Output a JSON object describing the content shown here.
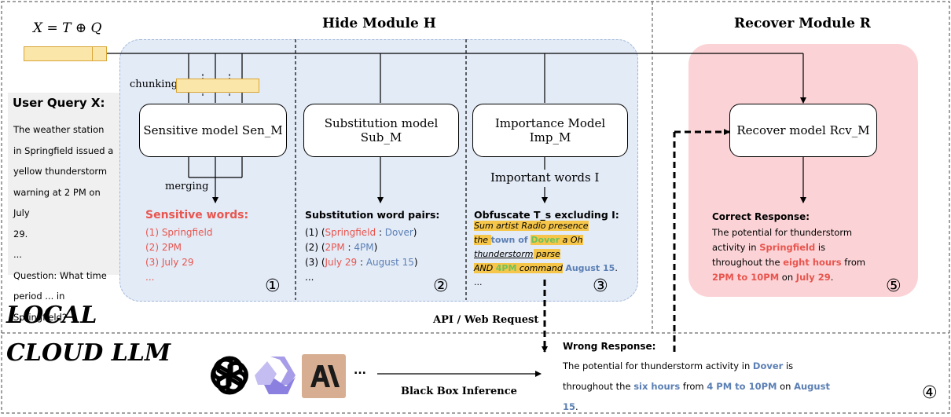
{
  "formula": "X = T ⊕ Q",
  "hide_title": "Hide Module H",
  "recover_title": "Recover Module R",
  "chunking": "chunking",
  "merging": "merging",
  "user_query": {
    "title": "User Query X:",
    "lines": [
      "The weather station",
      "in Springfield issued a",
      "yellow thunderstorm",
      "warning at 2 PM on July",
      "29.",
      "...",
      "Question: What time",
      "period ... in Springfield?"
    ]
  },
  "modules": {
    "sensitive": "Sensitive model Sen_M",
    "substitution": "Substitution model Sub_M",
    "importance": "Importance Model Imp_M",
    "recover": "Recover model Rcv_M"
  },
  "important_words": "Important words I",
  "sensitive_words": {
    "title": "Sensitive words:",
    "items": [
      "(1) Springfield",
      "(2) 2PM",
      "(3) July 29",
      "..."
    ]
  },
  "substitution_pairs": {
    "title": "Substitution word pairs:",
    "items": [
      {
        "n": "(1)",
        "orig": "Springfield",
        "sub": "Dover"
      },
      {
        "n": "(2)",
        "orig": "2PM",
        "sub": "4PM"
      },
      {
        "n": "(3)",
        "orig": "July 29",
        "sub": "August 15"
      }
    ],
    "more": "..."
  },
  "obfuscate": {
    "title": "Obfuscate T_s excluding I:",
    "more": "..."
  },
  "correct_response": {
    "title": "Correct Response:",
    "text": "The potential for thunderstorm activity in Springfield is throughout the eight hours from 2PM to 10PM on July 29."
  },
  "wrong_response": {
    "title": "Wrong Response:",
    "text": "The potential for thunderstorm activity in Dover is throughout the six hours from 4 PM to 10PM on August 15."
  },
  "labels": {
    "local": "LOCAL",
    "cloud": "CLOUD LLM",
    "api": "API / Web Request",
    "blackbox": "Black Box Inference",
    "ellipsis": "..."
  },
  "step_markers": [
    "①",
    "②",
    "③",
    "④",
    "⑤"
  ],
  "colors": {
    "hide_bg": "#e3ebf7",
    "recover_bg": "#fbd3d6",
    "highlight": "#f5c64a",
    "sensitive_red": "#e8554e",
    "substitute_blue": "#5b7fb4",
    "green": "#6fc25a"
  }
}
